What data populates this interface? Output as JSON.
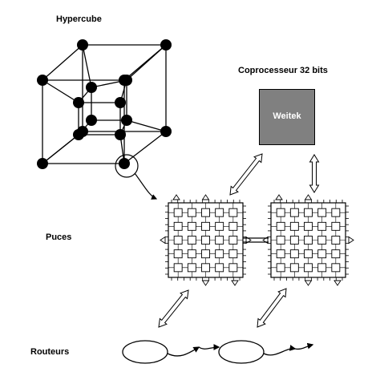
{
  "labels": {
    "hypercube": "Hypercube",
    "coprocessor": "Coprocesseur 32 bits",
    "chips": "Puces",
    "routers": "Routeurs"
  },
  "coprocessor_box": {
    "label": "Weitek"
  },
  "colors": {
    "ink": "#000000",
    "coprocessor_fill": "#8c8c8c",
    "coprocessor_text": "#ffffff",
    "background": "#ffffff"
  },
  "icons": [
    "hypercube-graph",
    "processor-chip-grid",
    "router-ellipse",
    "double-headed-arrow"
  ]
}
